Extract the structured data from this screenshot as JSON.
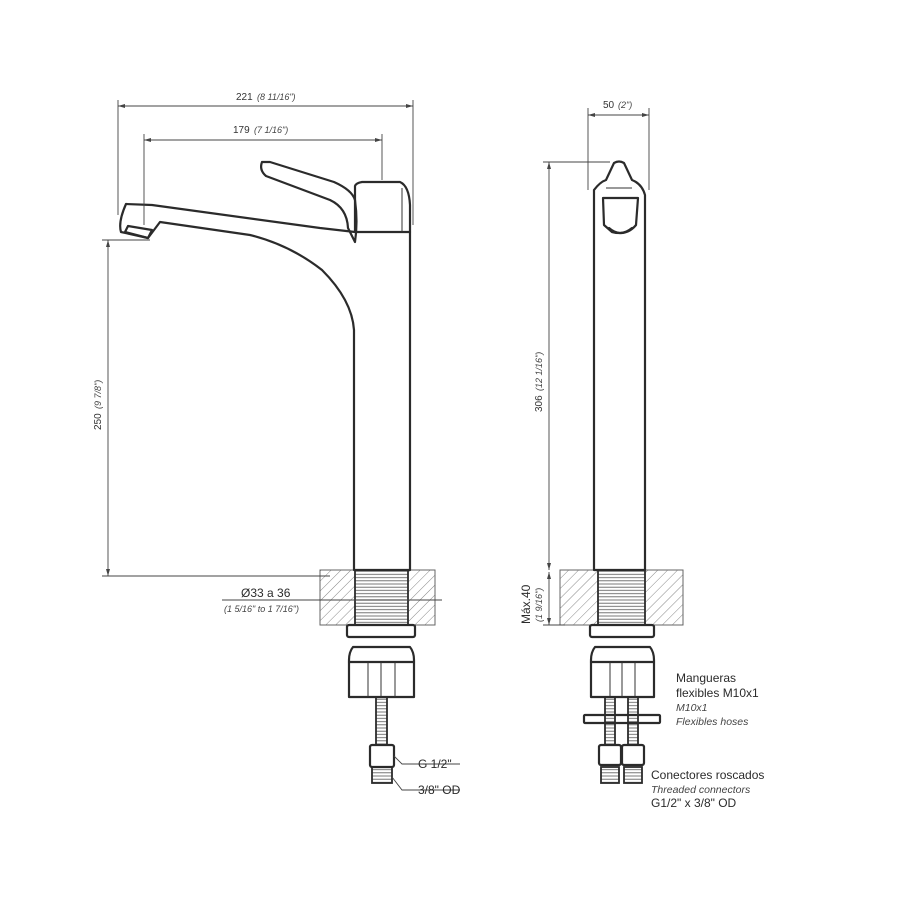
{
  "dimensions": {
    "overall_width": {
      "value": "221",
      "imperial": "(8 11/16\")"
    },
    "spout_reach": {
      "value": "179",
      "imperial": "(7 1/16\")"
    },
    "spout_height": {
      "value": "250",
      "imperial": "(9 7/8\")"
    },
    "side_width": {
      "value": "50",
      "imperial": "(2\")"
    },
    "total_height": {
      "value": "306",
      "imperial": "(12 1/16\")"
    },
    "hole_diameter": {
      "value": "Ø33 a 36",
      "imperial": "(1 5/16\" to 1 7/16\")"
    },
    "max_counter": {
      "value": "Máx.40",
      "imperial": "(1 9/16\")"
    }
  },
  "connections": {
    "inlet_thread": "G 1/2\"",
    "outlet_size": "3/8\" OD"
  },
  "hoses": {
    "line1": "Mangueras",
    "line2": "flexibles M10x1",
    "line3": "M10x1",
    "line4": "Flexibles hoses"
  },
  "connectors": {
    "line1": "Conectores roscados",
    "line2": "Threaded connectors",
    "line3": "G1/2\" x 3/8\" OD"
  }
}
